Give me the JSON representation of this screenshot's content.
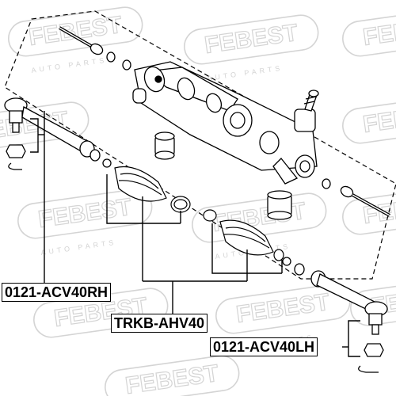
{
  "brand": {
    "watermark_text": "FEBEST",
    "watermark_subtext": "AUTO PARTS",
    "watermark_color": "#d9d9d9"
  },
  "diagram": {
    "line_color": "#000000",
    "dashed_frame": true
  },
  "labels": {
    "tie_rod_end_rh": "0121-ACV40RH",
    "boot_kit": "TRKB-AHV40",
    "tie_rod_end_lh": "0121-ACV40LH"
  }
}
